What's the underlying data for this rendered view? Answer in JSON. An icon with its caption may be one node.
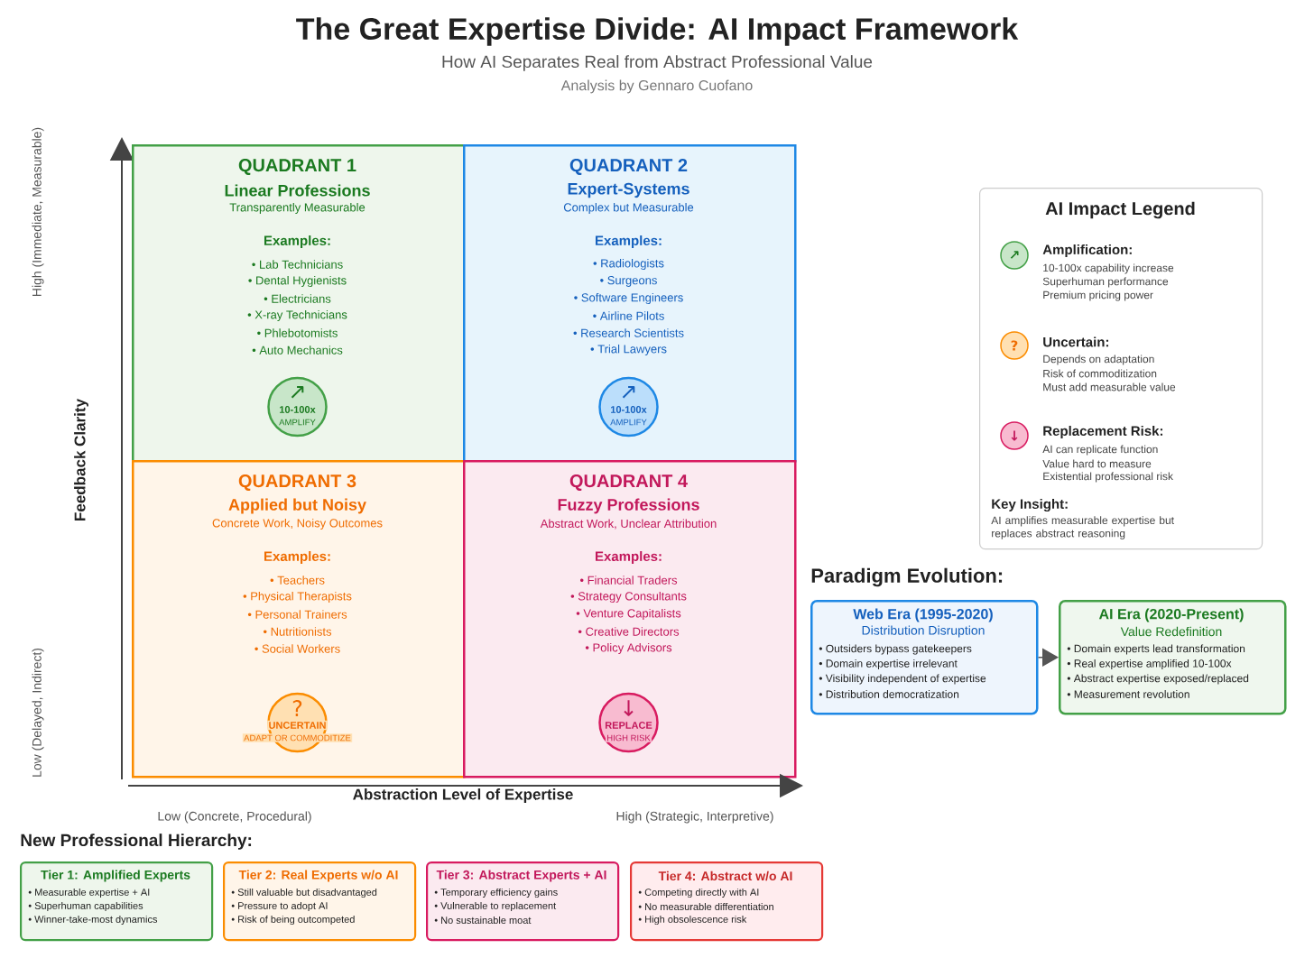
{
  "diagram": {
    "title": "The Great Expertise Divide: AI Impact Framework",
    "nodes": [
      {
        "text": [
          "QUADRANT 1",
          "Linear Professions",
          "Transparently Measurable",
          "Examples:",
          "• Lab Technicians",
          "• Dental Hygienists",
          "• Electricians",
          "• X-ray Technicians",
          "• Phlebotomists",
          "• Auto Mechanics"
        ]
      },
      {
        "text": [
          "↗",
          "10-100x",
          "AMPLIFY"
        ],
        "in": 0
      },
      {
        "text": [
          "QUADRANT 2",
          "Expert-Systems",
          "Complex but Measurable",
          "Examples:",
          "• Radiologists",
          "• Surgeons",
          "• Software Engineers",
          "• Airline Pilots",
          "• Research Scientists",
          "• Trial Lawyers"
        ]
      },
      {
        "text": [
          "↗",
          "10-100x",
          "AMPLIFY"
        ],
        "in": 2
      },
      {
        "text": [
          "QUADRANT 3",
          "Applied but Noisy",
          "Concrete Work, Noisy Outcomes",
          "Examples:",
          "• Teachers",
          "• Physical Therapists",
          "• Personal Trainers",
          "• Nutritionists",
          "• Social Workers"
        ]
      },
      {
        "text": [
          "?",
          "UNCERTAIN",
          "ADAPT OR COMMODITIZE"
        ],
        "in": 4
      },
      {
        "text": [
          "QUADRANT 4",
          "Fuzzy Professions",
          "Abstract Work, Unclear Attribution",
          "Examples:",
          "• Financial Traders",
          "• Strategy Consultants",
          "• Venture Capitalists",
          "• Creative Directors",
          "• Policy Advisors"
        ]
      },
      {
        "text": [
          "↓",
          "REPLACE",
          "HIGH RISK"
        ],
        "in": 6
      },
      {
        "text": [
          "AI Impact Legend",
          "Amplification:",
          "10-100x capability increase",
          "Superhuman performance",
          "Premium pricing power",
          "Uncertain:",
          "Depends on adaptation",
          "Risk of commoditization",
          "Must add measurable value",
          "Replacement Risk:",
          "AI can replicate function",
          "Value hard to measure",
          "Existential professional risk",
          "Key Insight:",
          "AI amplifies measurable expertise but replaces abstract reasoning"
        ]
      },
      {
        "text": [
          "↗"
        ],
        "in": 8
      },
      {
        "text": [
          "?"
        ],
        "in": 8
      },
      {
        "text": [
          "↓"
        ],
        "in": 8
      },
      {
        "text": [
          "Web Era (1995-2020)",
          "Distribution Disruption",
          "• Outsiders bypass gatekeepers",
          "• Domain expertise irrelevant",
          "• Visibility independent of expertise",
          "• Distribution democratization"
        ]
      },
      {
        "text": [
          "AI Era (2020-Present)",
          "Value Redefinition",
          "• Domain experts lead transformation",
          "• Real expertise amplified 10-100x",
          "• Abstract expertise exposed/replaced",
          "• Measurement revolution"
        ]
      },
      {
        "text": [
          "Tier 1: Amplified Experts",
          "• Measurable expertise + AI",
          "• Superhuman capabilities",
          "• Winner-take-most dynamics"
        ]
      },
      {
        "text": [
          "Tier 2: Real Experts w/o AI",
          "• Still valuable but disadvantaged",
          "• Pressure to adopt AI",
          "• Risk of being outcompeted"
        ]
      },
      {
        "text": [
          "Tier 3: Abstract Experts + AI",
          "• Temporary efficiency gains",
          "• Vulnerable to replacement",
          "• No sustainable moat"
        ]
      },
      {
        "text": [
          "Tier 4: Abstract w/o AI",
          "• Competing directly with AI",
          "• No measurable differentiation",
          "• High obsolescence risk"
        ]
      }
    ],
    "edges": [
      {
        "from": 12,
        "to": 13,
        "arrow": "to"
      }
    ],
    "labels": [
      "How AI Separates Real from Abstract Professional Value",
      "Analysis by Gennaro Cuofano",
      "High (Immediate, Measurable)",
      "Feedback Clarity",
      "Low (Delayed, Indirect)",
      "Paradigm Evolution:",
      "New Professional Hierarchy:",
      "Abstraction Level of Expertise",
      "Low (Concrete, Procedural)",
      "High (Strategic, Interpretive)"
    ]
  }
}
